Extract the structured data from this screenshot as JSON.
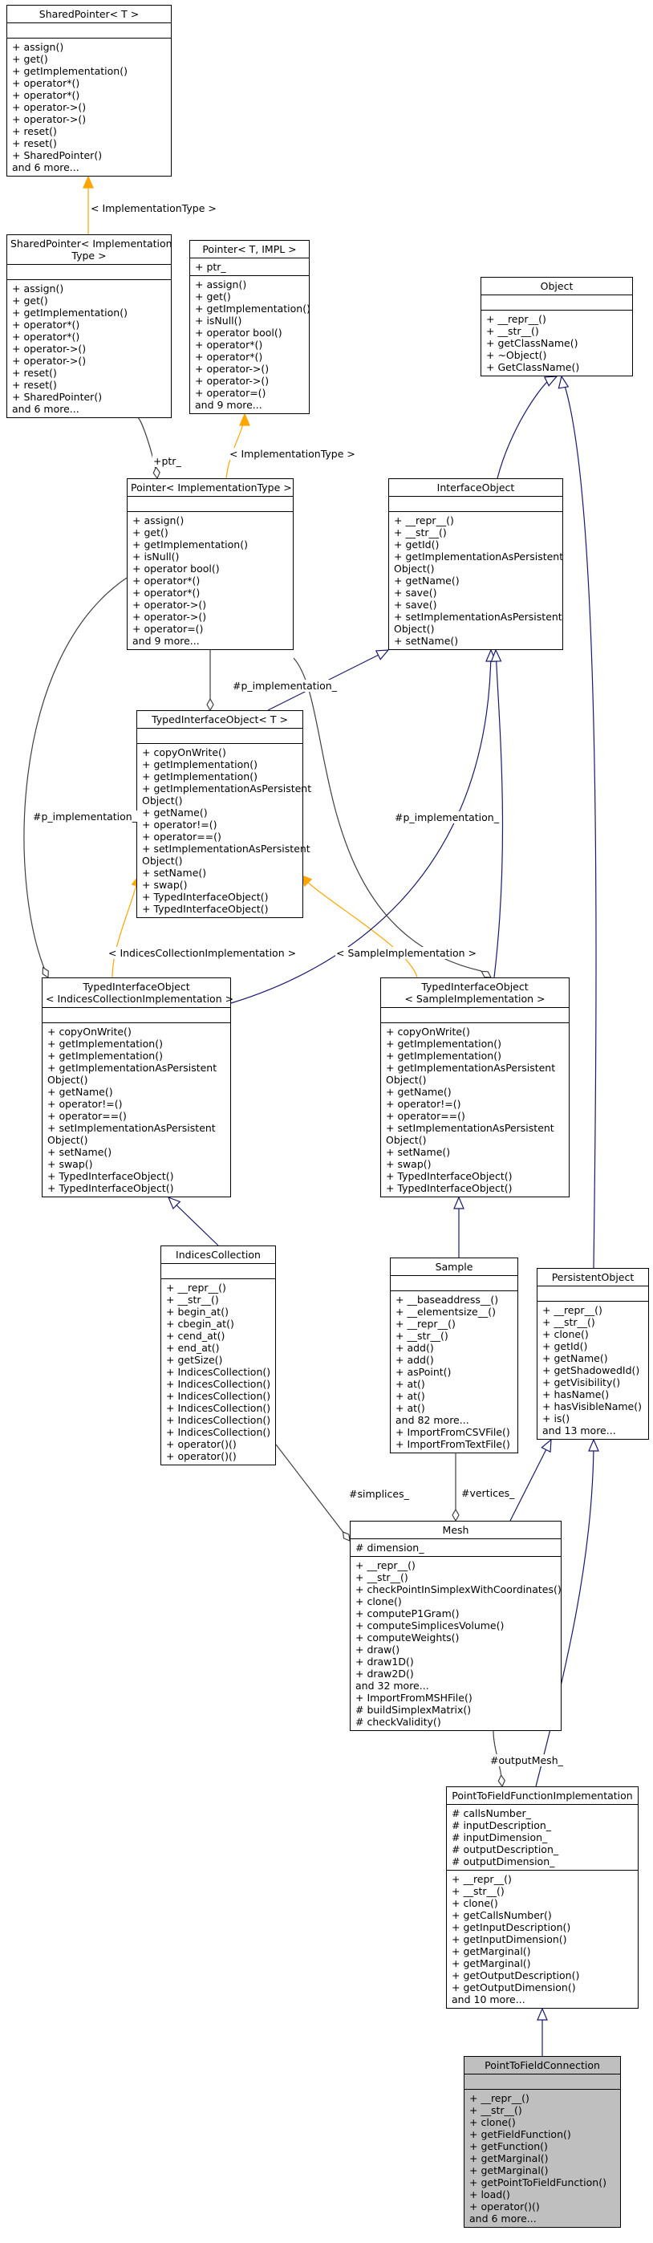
{
  "classes": [
    {
      "id": "sp_t",
      "name": [
        "SharedPointer< T >"
      ],
      "attrs": [],
      "ops": [
        "+ assign()",
        "+ get()",
        "+ getImplementation()",
        "+ operator*()",
        "+ operator*()",
        "+ operator->()",
        "+ operator->()",
        "+ reset()",
        "+ reset()",
        "+ SharedPointer()",
        "and 6 more..."
      ]
    },
    {
      "id": "sp_impl",
      "name": [
        "SharedPointer< Implementation",
        "Type >"
      ],
      "attrs": [],
      "ops": [
        "+ assign()",
        "+ get()",
        "+ getImplementation()",
        "+ operator*()",
        "+ operator*()",
        "+ operator->()",
        "+ operator->()",
        "+ reset()",
        "+ reset()",
        "+ SharedPointer()",
        "and 6 more..."
      ]
    },
    {
      "id": "ptr_t_impl",
      "name": [
        "Pointer< T, IMPL >"
      ],
      "attrs": [
        "+ ptr_"
      ],
      "ops": [
        "+ assign()",
        "+ get()",
        "+ getImplementation()",
        "+ isNull()",
        "+ operator bool()",
        "+ operator*()",
        "+ operator*()",
        "+ operator->()",
        "+ operator->()",
        "+ operator=()",
        "and 9 more..."
      ]
    },
    {
      "id": "object",
      "name": [
        "Object"
      ],
      "attrs": [],
      "ops": [
        "+ __repr__()",
        "+ __str__()",
        "+ getClassName()",
        "+ ~Object()",
        "+ GetClassName()"
      ]
    },
    {
      "id": "ptr_impl",
      "name": [
        "Pointer< ImplementationType >"
      ],
      "attrs": [],
      "ops": [
        "+ assign()",
        "+ get()",
        "+ getImplementation()",
        "+ isNull()",
        "+ operator bool()",
        "+ operator*()",
        "+ operator*()",
        "+ operator->()",
        "+ operator->()",
        "+ operator=()",
        "and 9 more..."
      ]
    },
    {
      "id": "iface",
      "name": [
        "InterfaceObject"
      ],
      "attrs": [],
      "ops": [
        "+ __repr__()",
        "+ __str__()",
        "+ getId()",
        "+ getImplementationAsPersistent",
        "Object()",
        "+ getName()",
        "+ save()",
        "+ save()",
        "+ setImplementationAsPersistent",
        "Object()",
        "+ setName()"
      ]
    },
    {
      "id": "tio_t",
      "name": [
        "TypedInterfaceObject< T >"
      ],
      "attrs": [],
      "ops": [
        "+ copyOnWrite()",
        "+ getImplementation()",
        "+ getImplementation()",
        "+ getImplementationAsPersistent",
        "Object()",
        "+ getName()",
        "+ operator!=()",
        "+ operator==()",
        "+ setImplementationAsPersistent",
        "Object()",
        "+ setName()",
        "+ swap()",
        "+ TypedInterfaceObject()",
        "+ TypedInterfaceObject()"
      ]
    },
    {
      "id": "tio_ici",
      "name": [
        "TypedInterfaceObject",
        "< IndicesCollectionImplementation >"
      ],
      "attrs": [],
      "ops": [
        "+ copyOnWrite()",
        "+ getImplementation()",
        "+ getImplementation()",
        "+ getImplementationAsPersistent",
        "Object()",
        "+ getName()",
        "+ operator!=()",
        "+ operator==()",
        "+ setImplementationAsPersistent",
        "Object()",
        "+ setName()",
        "+ swap()",
        "+ TypedInterfaceObject()",
        "+ TypedInterfaceObject()"
      ]
    },
    {
      "id": "tio_si",
      "name": [
        "TypedInterfaceObject",
        "< SampleImplementation >"
      ],
      "attrs": [],
      "ops": [
        "+ copyOnWrite()",
        "+ getImplementation()",
        "+ getImplementation()",
        "+ getImplementationAsPersistent",
        "Object()",
        "+ getName()",
        "+ operator!=()",
        "+ operator==()",
        "+ setImplementationAsPersistent",
        "Object()",
        "+ setName()",
        "+ swap()",
        "+ TypedInterfaceObject()",
        "+ TypedInterfaceObject()"
      ]
    },
    {
      "id": "indices",
      "name": [
        "IndicesCollection"
      ],
      "attrs": [],
      "ops": [
        "+ __repr__()",
        "+ __str__()",
        "+ begin_at()",
        "+ cbegin_at()",
        "+ cend_at()",
        "+ end_at()",
        "+ getSize()",
        "+ IndicesCollection()",
        "+ IndicesCollection()",
        "+ IndicesCollection()",
        "+ IndicesCollection()",
        "+ IndicesCollection()",
        "+ IndicesCollection()",
        "+ operator()()",
        "+ operator()()"
      ]
    },
    {
      "id": "sample",
      "name": [
        "Sample"
      ],
      "attrs": [],
      "ops": [
        "+ __baseaddress__()",
        "+ __elementsize__()",
        "+ __repr__()",
        "+ __str__()",
        "+ add()",
        "+ add()",
        "+ asPoint()",
        "+ at()",
        "+ at()",
        "+ at()",
        "and 82 more...",
        "+ ImportFromCSVFile()",
        "+ ImportFromTextFile()"
      ]
    },
    {
      "id": "persistent",
      "name": [
        "PersistentObject"
      ],
      "attrs": [],
      "ops": [
        "+ __repr__()",
        "+ __str__()",
        "+ clone()",
        "+ getId()",
        "+ getName()",
        "+ getShadowedId()",
        "+ getVisibility()",
        "+ hasName()",
        "+ hasVisibleName()",
        "+ is()",
        "and 13 more..."
      ]
    },
    {
      "id": "mesh",
      "name": [
        "Mesh"
      ],
      "attrs": [
        "# dimension_"
      ],
      "ops": [
        "+ __repr__()",
        "+ __str__()",
        "+ checkPointInSimplexWithCoordinates()",
        "+ clone()",
        "+ computeP1Gram()",
        "+ computeSimplicesVolume()",
        "+ computeWeights()",
        "+ draw()",
        "+ draw1D()",
        "+ draw2D()",
        "and 32 more...",
        "+ ImportFromMSHFile()",
        "# buildSimplexMatrix()",
        "# checkValidity()"
      ]
    },
    {
      "id": "ptffi",
      "name": [
        "PointToFieldFunctionImplementation"
      ],
      "attrs": [
        "# callsNumber_",
        "# inputDescription_",
        "# inputDimension_",
        "# outputDescription_",
        "# outputDimension_"
      ],
      "ops": [
        "+ __repr__()",
        "+ __str__()",
        "+ clone()",
        "+ getCallsNumber()",
        "+ getInputDescription()",
        "+ getInputDimension()",
        "+ getMarginal()",
        "+ getMarginal()",
        "+ getOutputDescription()",
        "+ getOutputDimension()",
        "and 10 more..."
      ]
    },
    {
      "id": "ptfc",
      "name": [
        "PointToFieldConnection"
      ],
      "highlight": true,
      "attrs": [],
      "ops": [
        "+ __repr__()",
        "+ __str__()",
        "+ clone()",
        "+ getFieldFunction()",
        "+ getFunction()",
        "+ getMarginal()",
        "+ getMarginal()",
        "+ getPointToFieldFunction()",
        "+ load()",
        "+ operator()()",
        "and 6 more..."
      ]
    }
  ],
  "edge_labels": [
    {
      "id": "lbl_impl_type_1",
      "text": "< ImplementationType >"
    },
    {
      "id": "lbl_ptr",
      "text": "+ptr_"
    },
    {
      "id": "lbl_impl_type_2",
      "text": "< ImplementationType >"
    },
    {
      "id": "lbl_p_impl_1",
      "text": "#p_implementation_"
    },
    {
      "id": "lbl_p_impl_2",
      "text": "#p_implementation_"
    },
    {
      "id": "lbl_p_impl_3",
      "text": "#p_implementation_"
    },
    {
      "id": "lbl_ici",
      "text": "< IndicesCollectionImplementation >"
    },
    {
      "id": "lbl_si",
      "text": "< SampleImplementation >"
    },
    {
      "id": "lbl_simplices",
      "text": "#simplices_"
    },
    {
      "id": "lbl_vertices",
      "text": "#vertices_"
    },
    {
      "id": "lbl_output_mesh",
      "text": "#outputMesh_"
    }
  ],
  "colors": {
    "template_edge": "#ffa500",
    "inheritance_edge": "#191970",
    "usage_edge": "#404040",
    "highlight_fill": "#bfbfbf"
  }
}
